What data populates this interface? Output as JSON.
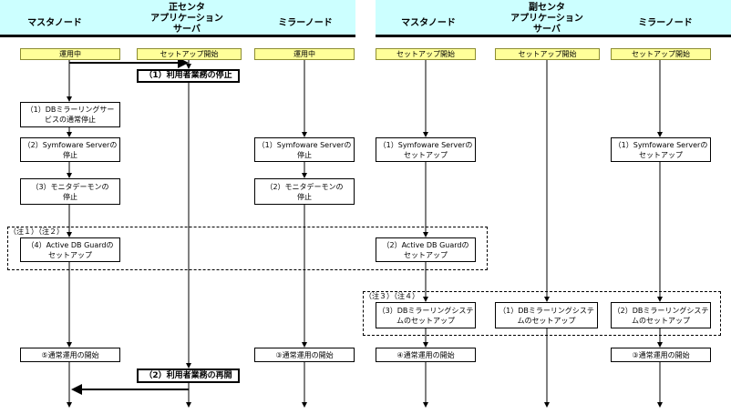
{
  "primary_center": {
    "title": "正センタ",
    "columns": {
      "master": "マスタノード",
      "app_server": "アプリケーション\nサーバ",
      "mirror": "ミラーノード"
    },
    "status": {
      "master": "運用中",
      "app_server": "セットアップ開始",
      "mirror": "運用中"
    },
    "steps": {
      "app_stop": "（1）利用者業務の停止",
      "m1": "（1）DBミラーリングサー\nビスの通常停止",
      "m2": "（2）Symfoware Serverの\n停止",
      "m3": "（3）モニタデーモンの\n停止",
      "m4": "（4）Active DB Guardの\nセットアップ",
      "m5": "⑤通常運用の開始",
      "r1": "（1）Symfoware Serverの\n停止",
      "r2": "（2）モニタデーモンの\n停止",
      "r3": "③通常運用の開始",
      "app_resume": "（2）利用者業務の再開"
    },
    "note": "（注１）（注２）"
  },
  "secondary_center": {
    "title": "副センタ",
    "columns": {
      "master": "マスタノード",
      "app_server": "アプリケーション\nサーバ",
      "mirror": "ミラーノード"
    },
    "status": {
      "master": "セットアップ開始",
      "app_server": "セットアップ開始",
      "mirror": "セットアップ開始"
    },
    "steps": {
      "m1": "（1）Symfoware Serverの\nセットアップ",
      "m2": "（2）Active DB Guardの\nセットアップ",
      "m3": "（3）DBミラーリングシステ\nムのセットアップ",
      "m4": "④通常運用の開始",
      "a1": "（1）DBミラーリングシステ\nムのセットアップ",
      "r1": "（1）Symfoware Serverの\nセットアップ",
      "r2": "（2）DBミラーリングシステ\nムのセットアップ",
      "r3": "③通常運用の開始"
    },
    "note": "（注３）（注４）"
  }
}
